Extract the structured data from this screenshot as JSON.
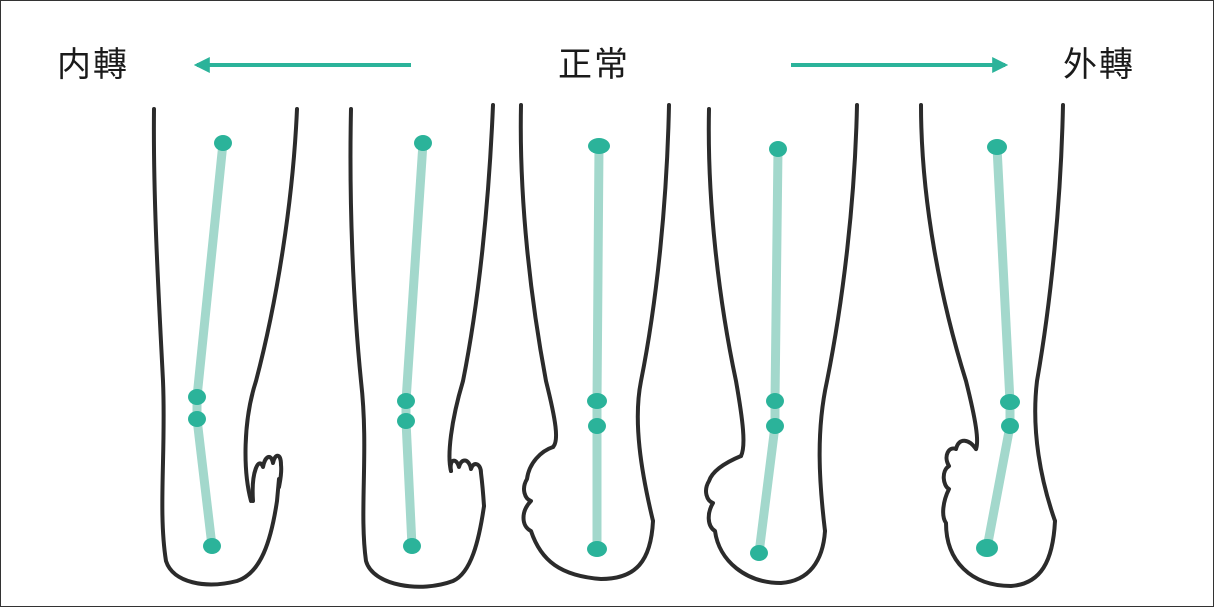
{
  "labels": {
    "left": "内轉",
    "center": "正常",
    "right": "外轉"
  },
  "colors": {
    "accent": "#2bb39a",
    "line": "#a3d8cc",
    "outline": "#2b2b2b"
  },
  "figures": [
    "inversion-strong",
    "inversion-mild",
    "normal",
    "eversion-mild",
    "eversion-strong"
  ]
}
